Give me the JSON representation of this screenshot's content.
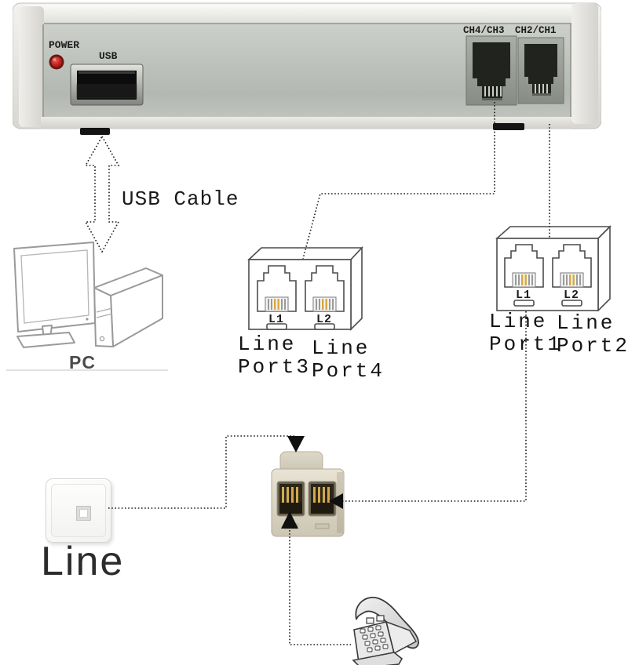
{
  "device": {
    "power_label": "POWER",
    "usb_label": "USB",
    "ch4_ch3_label": "CH4/CH3",
    "ch2_ch1_label": "CH2/CH1"
  },
  "cables": {
    "usb_cable_label": "USB Cable"
  },
  "pc": {
    "label": "PC"
  },
  "port_box_34": {
    "jack_left_label": "L1",
    "jack_right_label": "L2",
    "caption_left_line1": "Line",
    "caption_left_line2": "Port3",
    "caption_right_line1": "Line",
    "caption_right_line2": "Port4"
  },
  "port_box_12": {
    "jack_left_label": "L1",
    "jack_right_label": "L2",
    "caption_left_line1": "Line",
    "caption_left_line2": "Port1",
    "caption_right_line1": "Line",
    "caption_right_line2": "Port2"
  },
  "wall_socket": {
    "label": "Line"
  },
  "colors": {
    "led_red": "#b02320",
    "pin_gold": "#d2a94e",
    "splitter_beige": "#ddd6c5",
    "panel_silver": "#bfc3bd",
    "accent_dotted_line": "#1a1a1a"
  }
}
